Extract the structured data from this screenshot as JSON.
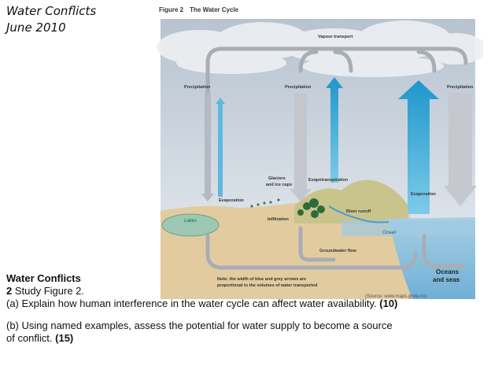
{
  "header": {
    "line1": "Water Conflicts",
    "line2": "June 2010"
  },
  "figure": {
    "label": "Figure 2",
    "title": "The Water Cycle",
    "labels": {
      "vapour_transport": "Vapour transport",
      "precipitation": "Precipitation",
      "evaporation": "Evaporation",
      "glaciers_line1": "Glaciers",
      "glaciers_line2": "and ice caps",
      "evapotranspiration": "Evapotranspiration",
      "infiltration": "Infiltration",
      "lakes": "Lakes",
      "river_runoff": "River runoff",
      "ocean": "Ocean",
      "groundwater_flow": "Groundwater flow",
      "oceans_line1": "Oceans",
      "oceans_line2": "and seas",
      "note_line1": "Note: the width of blue and grey arrows are",
      "note_line2": "proportional to the volumes of water transported",
      "source": "(Source: www.maps.grida.no)"
    }
  },
  "questions": {
    "title": "Water Conflicts",
    "study_num": "2",
    "study_text": " Study Figure 2.",
    "a_text": "(a) Explain how human interference in the water cycle can affect water availability. ",
    "a_marks": "(10)",
    "b_text_line1": "(b) Using named examples, assess the potential for water supply to become a source",
    "b_text_line2": "of conflict. ",
    "b_marks": "(15)"
  },
  "colors": {
    "sky": "#c9d3de",
    "cloud": "#e8ecf0",
    "ground": "#e4cfa2",
    "water": "#8fc3df",
    "blue_arrow": "#2aa3d4",
    "grey_arrow": "#b8bcc4"
  }
}
